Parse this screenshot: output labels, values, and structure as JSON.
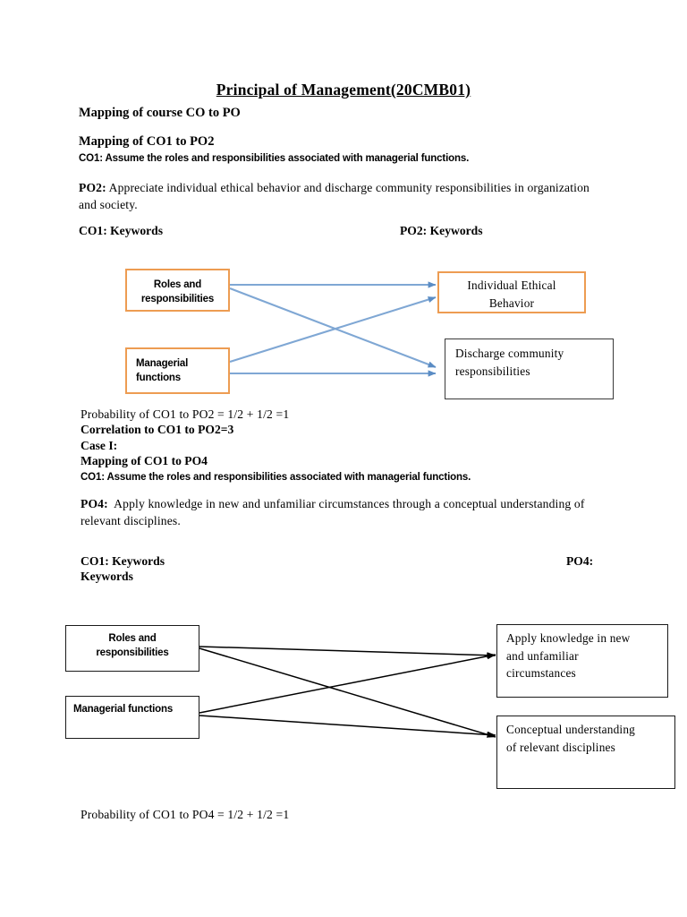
{
  "document": {
    "title": "Principal of Management(20CMB01)",
    "subtitle": "Mapping of course CO to PO"
  },
  "section1": {
    "heading": "Mapping of CO1 to PO2",
    "co1_statement": "CO1: Assume the roles and responsibilities associated with managerial functions.",
    "po2_label": "PO2:",
    "po2_statement": "Appreciate individual ethical behavior and discharge community responsibilities in organization and society.",
    "left_keywords_header": "CO1: Keywords",
    "right_keywords_header": "PO2: Keywords",
    "diagram": {
      "left_boxes": [
        {
          "line1": "Roles and",
          "line2": "responsibilities"
        },
        {
          "line1": "Managerial",
          "line2": "functions"
        }
      ],
      "right_boxes": [
        {
          "line1": "Individual Ethical",
          "line2": "Behavior"
        },
        {
          "line1": "Discharge community",
          "line2": "responsibilities"
        }
      ],
      "arrow_color": "#6E9BD1",
      "orange_border": "#ED9C52",
      "connections": [
        {
          "from": "Roles and responsibilities",
          "to": "Individual Ethical Behavior"
        },
        {
          "from": "Roles and responsibilities",
          "to": "Discharge community responsibilities"
        },
        {
          "from": "Managerial functions",
          "to": "Individual Ethical Behavior"
        },
        {
          "from": "Managerial functions",
          "to": "Discharge community responsibilities"
        }
      ]
    },
    "probability": "Probability of CO1 to PO2  =  1/2 + 1/2 =1",
    "correlation": "Correlation to CO1 to PO2=3",
    "case": "Case I:"
  },
  "section2": {
    "heading": "Mapping of CO1 to PO4",
    "co1_statement": "CO1: Assume the roles and responsibilities associated with managerial functions.",
    "po4_label": "PO4:",
    "po4_statement": "Apply knowledge in new and unfamiliar circumstances through a conceptual understanding of relevant disciplines.",
    "left_keywords_header": "CO1: Keywords",
    "left_keywords_header_line2": "Keywords",
    "right_keywords_header": "PO4:",
    "diagram": {
      "left_boxes": [
        {
          "line1": "Roles and",
          "line2": "responsibilities"
        },
        {
          "line1": "Managerial functions",
          "line2": ""
        }
      ],
      "right_boxes": [
        {
          "line1": "Apply knowledge in new",
          "line2": "and unfamiliar",
          "line3": "circumstances"
        },
        {
          "line1": "Conceptual understanding",
          "line2": "of relevant disciplines",
          "line3": ""
        }
      ],
      "arrow_color": "#000000",
      "connections": [
        {
          "from": "Roles and responsibilities",
          "to": "Apply knowledge in new and unfamiliar circumstances"
        },
        {
          "from": "Roles and responsibilities",
          "to": "Conceptual understanding of relevant disciplines"
        },
        {
          "from": "Managerial functions",
          "to": "Apply knowledge in new and unfamiliar circumstances"
        },
        {
          "from": "Managerial functions",
          "to": "Conceptual understanding of relevant disciplines"
        }
      ]
    },
    "probability": "Probability of CO1 to PO4  =  1/2 + 1/2 =1"
  }
}
